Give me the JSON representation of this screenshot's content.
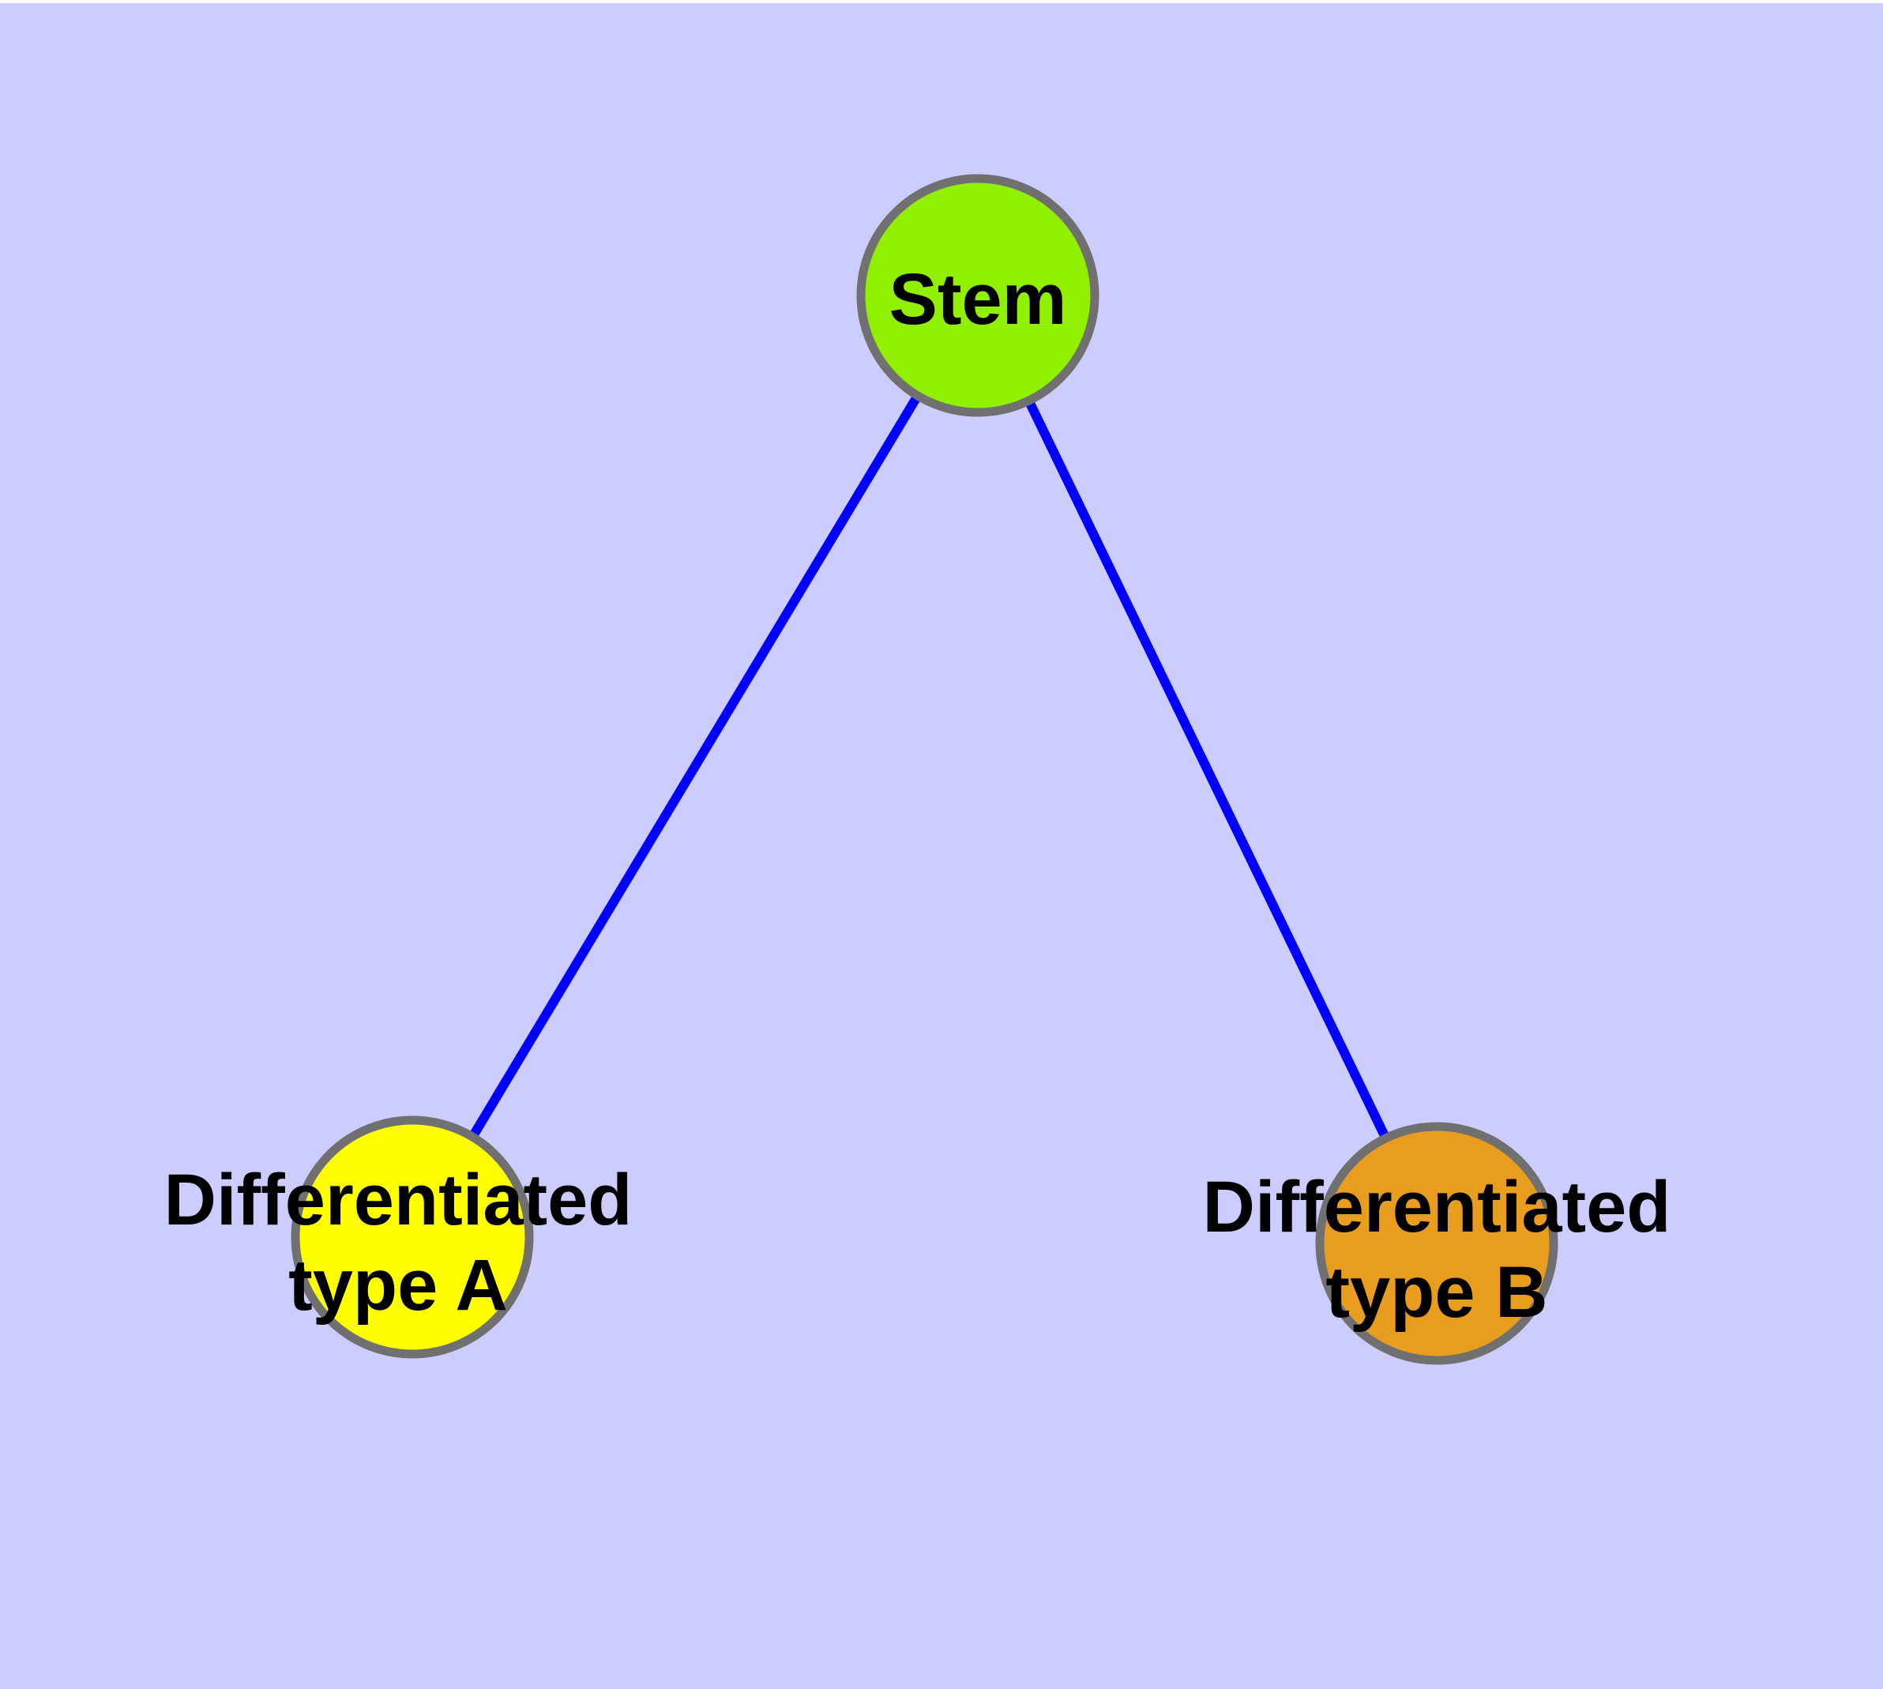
{
  "canvas": {
    "background_color": "#CCCCFF",
    "top_strip_color": "#FFFFFF"
  },
  "graph": {
    "label_color": "#000000",
    "nodes": {
      "stem": {
        "label": "Stem",
        "fill": "#90F000",
        "border_color": "#707070",
        "border_width": "11"
      },
      "type_a": {
        "label": "Differentiated type A",
        "label_line1": "Differentiated",
        "label_line2": "type A",
        "fill": "#FFFF00",
        "border_color": "#707070",
        "border_width": "11"
      },
      "type_b": {
        "label": "Differentiated type B",
        "label_line1": "Differentiated",
        "label_line2": "type B",
        "fill": "#E89D1E",
        "border_color": "#707070",
        "border_width": "11"
      }
    },
    "edges": {
      "stem_to_type_a": {
        "color": "#0000FF",
        "width": "12"
      },
      "stem_to_type_b": {
        "color": "#0000FF",
        "width": "12"
      }
    }
  }
}
